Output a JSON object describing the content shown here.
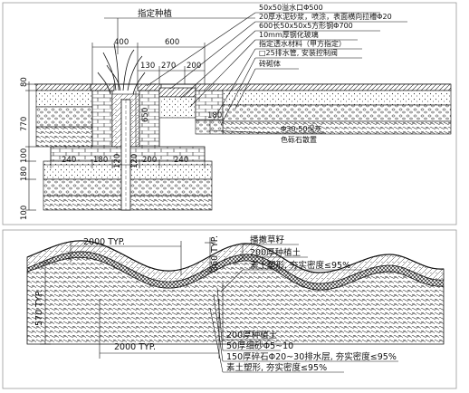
{
  "top_section": {
    "plant_label": "指定种植",
    "notes": [
      "50x50溢水口Φ500",
      "20厚水泥砂浆，喷涂，表面横向拉槽Φ20",
      "600长50x50x5方形钢Φ700",
      "10mm厚钢化玻璃",
      "指定透水材料（甲方指定）",
      "□25排水管, 安装控制阀",
      "砖砌体"
    ],
    "gravel_note": [
      "Φ30-50深灰",
      "色砾石散置"
    ],
    "dims_top": {
      "d400": "400",
      "d600": "600",
      "d130": "130",
      "d270": "270",
      "d200": "200"
    },
    "dims_left": {
      "d80": "80",
      "d770": "770",
      "d100a": "100",
      "d180": "180",
      "d100b": "100"
    },
    "dims_mid": {
      "d650": "650",
      "d180": "180"
    },
    "dims_bottom": [
      "240",
      "180",
      "120",
      "120",
      "200",
      "240"
    ]
  },
  "bottom_section": {
    "typ_top": "2000 TYP.",
    "typ_bottom": "2000 TYP.",
    "h360": "360 TYP.",
    "h570": "570 TYP.",
    "notes_top": [
      "播撒草籽",
      "200厚种植土",
      "素土塑形, 夯实密度≤95%"
    ],
    "notes_bottom": [
      "200厚种植土",
      "50厚细砂Φ5~10",
      "150厚碎石Φ20~30排水层, 夯实密度≤95%",
      "素土塑形, 夯实密度≤95%"
    ]
  }
}
